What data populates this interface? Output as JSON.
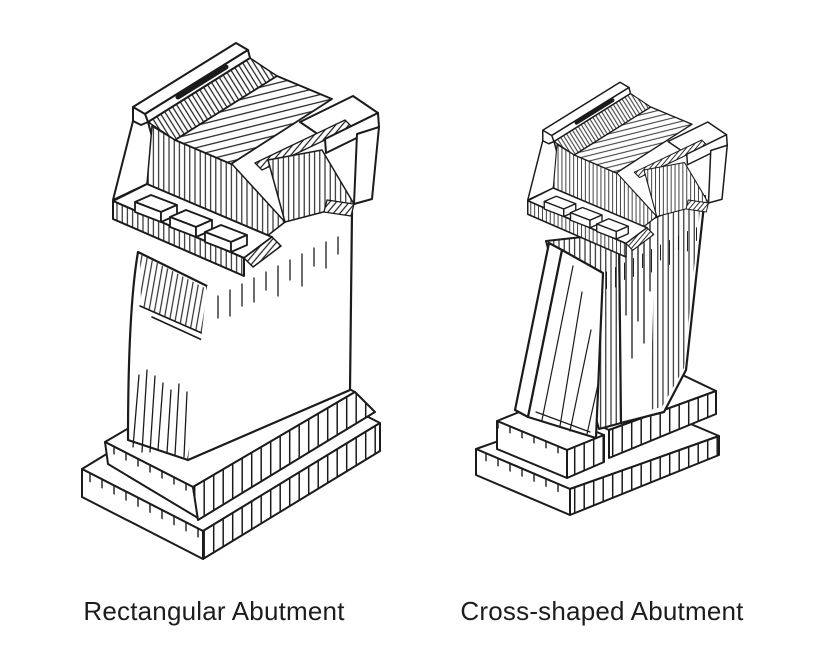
{
  "figure": {
    "background_color": "#ffffff",
    "ink_color": "#1b1b1b",
    "items": [
      {
        "id": "rectangular-abutment",
        "caption": "Rectangular Abutment"
      },
      {
        "id": "cross-shaped-abutment",
        "caption": "Cross-shaped Abutment"
      }
    ]
  }
}
